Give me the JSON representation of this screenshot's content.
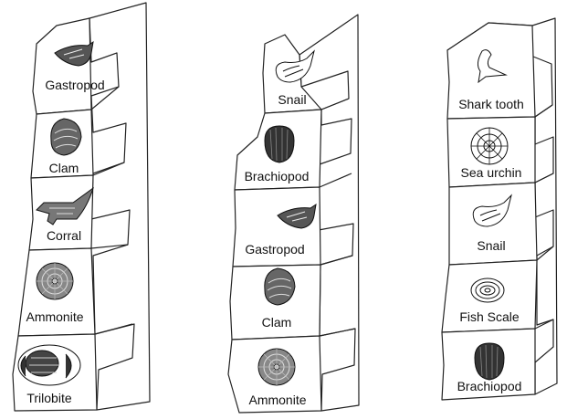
{
  "columns": [
    {
      "layers": [
        {
          "label": "Gastropod",
          "icon": "gastropod-icon"
        },
        {
          "label": "Clam",
          "icon": "clam-icon"
        },
        {
          "label": "Corral",
          "icon": "coral-icon"
        },
        {
          "label": "Ammonite",
          "icon": "ammonite-icon"
        },
        {
          "label": "Trilobite",
          "icon": "trilobite-icon"
        }
      ]
    },
    {
      "layers": [
        {
          "label": "Snail",
          "icon": "snail-icon"
        },
        {
          "label": "Brachiopod",
          "icon": "brachiopod-icon"
        },
        {
          "label": "Gastropod",
          "icon": "gastropod-icon"
        },
        {
          "label": "Clam",
          "icon": "clam-icon"
        },
        {
          "label": "Ammonite",
          "icon": "ammonite-icon"
        }
      ]
    },
    {
      "layers": [
        {
          "label": "Shark tooth",
          "icon": "shark-tooth-icon"
        },
        {
          "label": "Sea urchin",
          "icon": "sea-urchin-icon"
        },
        {
          "label": "Snail",
          "icon": "snail-icon"
        },
        {
          "label": "Fish Scale",
          "icon": "fish-scale-icon"
        },
        {
          "label": "Brachiopod",
          "icon": "brachiopod-icon"
        }
      ]
    }
  ]
}
